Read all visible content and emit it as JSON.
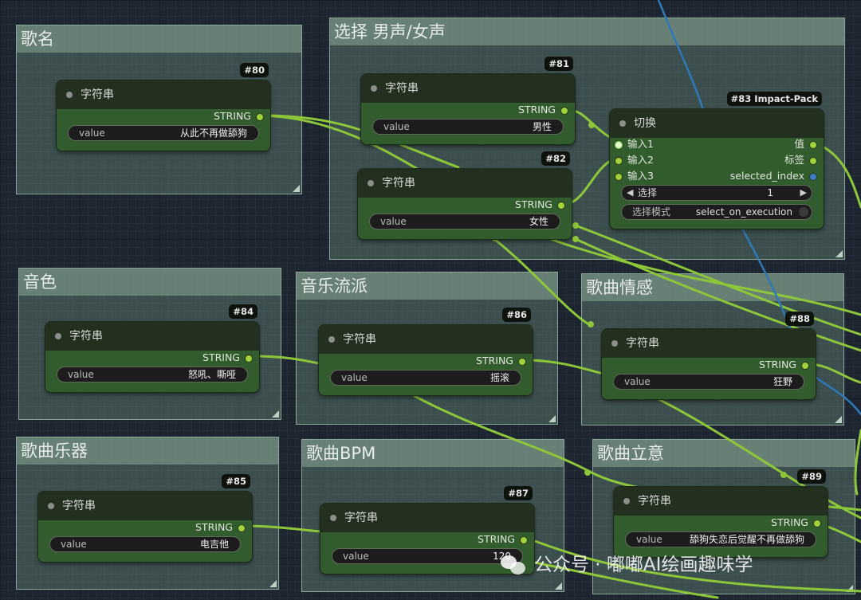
{
  "groups": {
    "g1": {
      "title": "歌名"
    },
    "g2": {
      "title": "选择 男声/女声"
    },
    "g3": {
      "title": "音色"
    },
    "g4": {
      "title": "音乐流派"
    },
    "g5": {
      "title": "歌曲情感"
    },
    "g6": {
      "title": "歌曲乐器"
    },
    "g7": {
      "title": "歌曲BPM"
    },
    "g8": {
      "title": "歌曲立意"
    }
  },
  "nodes": {
    "n80": {
      "id": "#80",
      "title": "字符串",
      "output": "STRING",
      "field_label": "value",
      "value": "从此不再做舔狗"
    },
    "n81": {
      "id": "#81",
      "title": "字符串",
      "output": "STRING",
      "field_label": "value",
      "value": "男性"
    },
    "n82": {
      "id": "#82",
      "title": "字符串",
      "output": "STRING",
      "field_label": "value",
      "value": "女性"
    },
    "n84": {
      "id": "#84",
      "title": "字符串",
      "output": "STRING",
      "field_label": "value",
      "value": "怒吼、嘶哑"
    },
    "n86": {
      "id": "#86",
      "title": "字符串",
      "output": "STRING",
      "field_label": "value",
      "value": "摇滚"
    },
    "n88": {
      "id": "#88",
      "title": "字符串",
      "output": "STRING",
      "field_label": "value",
      "value": "狂野"
    },
    "n85": {
      "id": "#85",
      "title": "字符串",
      "output": "STRING",
      "field_label": "value",
      "value": "电吉他"
    },
    "n87": {
      "id": "#87",
      "title": "字符串",
      "output": "STRING",
      "field_label": "value",
      "value": "120"
    },
    "n89": {
      "id": "#89",
      "title": "字符串",
      "output": "STRING",
      "field_label": "value",
      "value": "舔狗失恋后觉醒不再做舔狗"
    },
    "n83": {
      "id": "#83 Impact-Pack",
      "title": "切换",
      "inputs": [
        "输入1",
        "输入2",
        "输入3"
      ],
      "outputs": [
        "值",
        "标签",
        "selected_index"
      ],
      "select": {
        "label": "选择",
        "value": "1",
        "left_arrow": "◀",
        "right_arrow": "▶"
      },
      "mode": {
        "label": "选择模式",
        "value": "select_on_execution"
      }
    }
  },
  "watermark": {
    "text": "公众号 · 嘟嘟AI绘画趣味学"
  },
  "colors": {
    "string_wire": "#8ec63a",
    "index_wire": "#2f78b8",
    "node_body": "#335c2e",
    "node_title": "#233020"
  }
}
